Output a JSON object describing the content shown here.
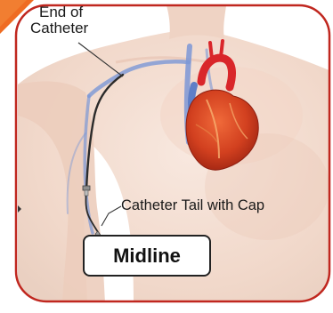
{
  "labels": {
    "end_of": "End of",
    "catheter": "Catheter",
    "tail": "Catheter Tail with Cap",
    "title": "Midline"
  },
  "colors": {
    "frame_border": "#c0271f",
    "corner_accent": "#ef6c22",
    "skin": "#f4ddd0",
    "vein": "#7b97d6",
    "catheter_line": "#2b2b2b",
    "heart": "#d23a22",
    "aorta": "#d9262a"
  },
  "icons": {
    "heart": "heart-icon",
    "catheter_cap": "catheter-cap-icon"
  }
}
